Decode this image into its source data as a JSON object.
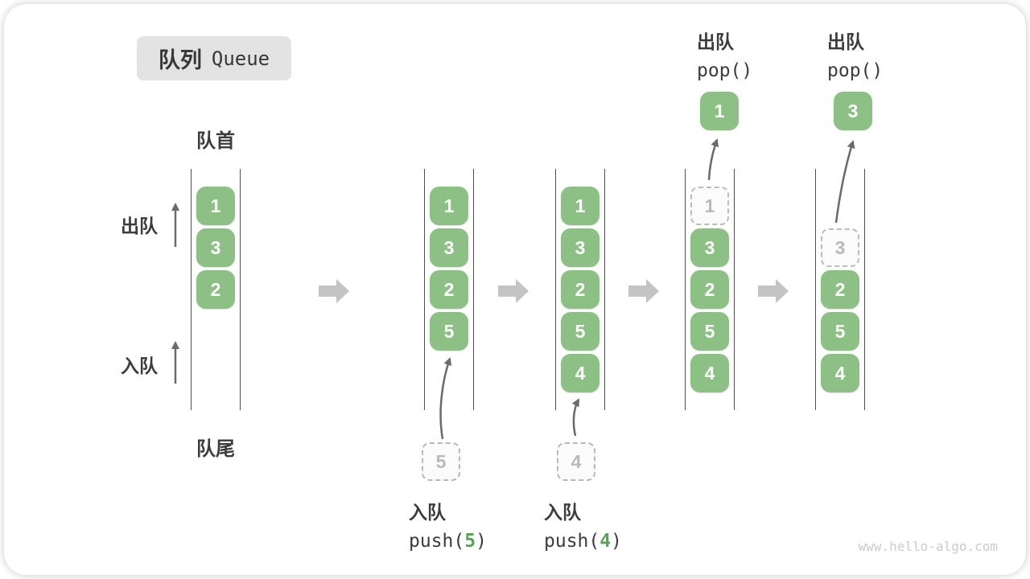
{
  "title": {
    "zh": "队列",
    "en": "Queue"
  },
  "labels": {
    "front": "队首",
    "rear": "队尾",
    "dequeue": "出队",
    "enqueue": "入队"
  },
  "queues": [
    {
      "cells": [
        {
          "slot": 0,
          "value": "1",
          "type": "solid"
        },
        {
          "slot": 1,
          "value": "3",
          "type": "solid"
        },
        {
          "slot": 2,
          "value": "2",
          "type": "solid"
        }
      ]
    },
    {
      "cells": [
        {
          "slot": 0,
          "value": "1",
          "type": "solid"
        },
        {
          "slot": 1,
          "value": "3",
          "type": "solid"
        },
        {
          "slot": 2,
          "value": "2",
          "type": "solid"
        },
        {
          "slot": 3,
          "value": "5",
          "type": "solid"
        }
      ],
      "pending": "5"
    },
    {
      "cells": [
        {
          "slot": 0,
          "value": "1",
          "type": "solid"
        },
        {
          "slot": 1,
          "value": "3",
          "type": "solid"
        },
        {
          "slot": 2,
          "value": "2",
          "type": "solid"
        },
        {
          "slot": 3,
          "value": "5",
          "type": "solid"
        },
        {
          "slot": 4,
          "value": "4",
          "type": "solid"
        }
      ],
      "pending": "4"
    },
    {
      "cells": [
        {
          "slot": 0,
          "value": "1",
          "type": "dashed"
        },
        {
          "slot": 1,
          "value": "3",
          "type": "solid"
        },
        {
          "slot": 2,
          "value": "2",
          "type": "solid"
        },
        {
          "slot": 3,
          "value": "5",
          "type": "solid"
        },
        {
          "slot": 4,
          "value": "4",
          "type": "solid"
        }
      ],
      "popped": "1"
    },
    {
      "cells": [
        {
          "slot": 1,
          "value": "3",
          "type": "dashed"
        },
        {
          "slot": 2,
          "value": "2",
          "type": "solid"
        },
        {
          "slot": 3,
          "value": "5",
          "type": "solid"
        },
        {
          "slot": 4,
          "value": "4",
          "type": "solid"
        }
      ],
      "popped": "3"
    }
  ],
  "operations": {
    "push5": {
      "label": "入队",
      "code_prefix": "push(",
      "code_arg": "5",
      "code_suffix": ")"
    },
    "push4": {
      "label": "入队",
      "code_prefix": "push(",
      "code_arg": "4",
      "code_suffix": ")"
    },
    "pop1": {
      "label": "出队",
      "code": "pop()"
    },
    "pop2": {
      "label": "出队",
      "code": "pop()"
    }
  },
  "watermark": "www.hello-algo.com",
  "colors": {
    "cell_green": "#8cc084",
    "arg_green": "#57a457",
    "block_arrow_gray": "#c4c4c4",
    "thin_arrow_gray": "#6a6a6a",
    "rail_gray": "#4f4f4f",
    "title_bg": "#e3e3e3",
    "text_dark": "#3c3c3c",
    "dashed_gray": "#bcbcbc",
    "watermark_gray": "#cbcbcb"
  }
}
